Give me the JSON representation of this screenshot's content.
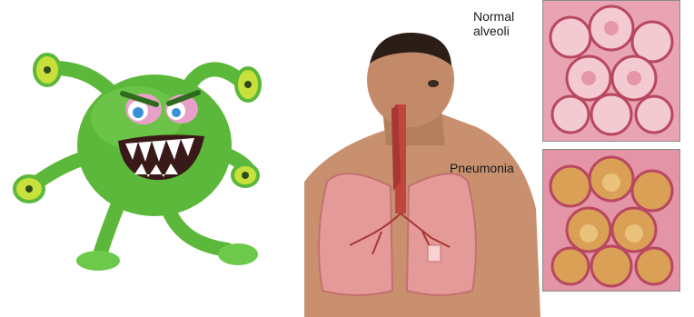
{
  "labels": {
    "normal_alveoli_line1": "Normal",
    "normal_alveoli_line2": "alveoli",
    "pneumonia": "Pneumonia"
  },
  "icons": {
    "germ": "cartoon-germ-monster-icon",
    "lungs": "lungs-illustration",
    "alveoli_normal": "normal-alveoli-illustration",
    "alveoli_pneumonia": "pneumonia-alveoli-illustration"
  },
  "colors": {
    "germ_green": "#5cb83a",
    "germ_dark": "#2f7d1f",
    "antenna_yellow": "#c8e03c",
    "skin": "#c8906e",
    "lung_pink": "#e59a9a",
    "alveoli_pink": "#d9667e",
    "alveoli_fill_normal": "#f3c9d2",
    "alveoli_fill_pneumonia": "#d9a056"
  }
}
